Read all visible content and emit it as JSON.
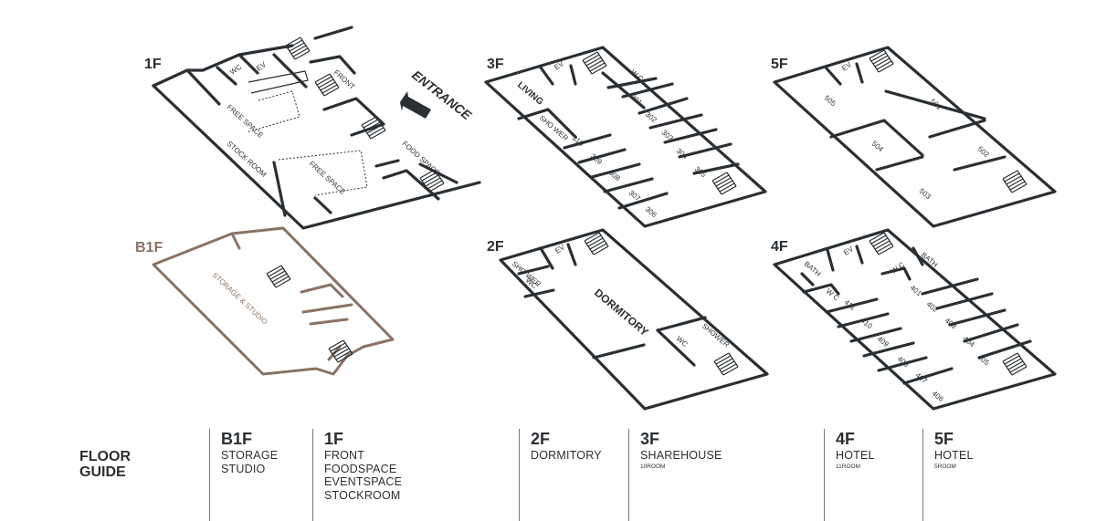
{
  "floors": {
    "f1": {
      "title": "1F",
      "labels": [
        "WC",
        "EV",
        "FRONT",
        "FREE SPACE",
        "STOCK ROOM",
        "FREE SPACE",
        "FOOD SPACE"
      ],
      "entrance": "ENTRANCE"
    },
    "b1": {
      "title": "B1F",
      "labels": [
        "STORAGE & STUDIO"
      ]
    },
    "f2": {
      "title": "2F",
      "labels": [
        "SHO WER",
        "EV",
        "WC",
        "DORMITORY",
        "WC",
        "SHOWER"
      ]
    },
    "f3": {
      "title": "3F",
      "labels": [
        "LIVING",
        "EV",
        "W.C",
        "SHO WER",
        "301",
        "302",
        "303",
        "304",
        "305",
        "306",
        "307",
        "308",
        "309",
        "310"
      ]
    },
    "f4": {
      "title": "4F",
      "labels": [
        "BATH",
        "EV",
        "BATH",
        "W C",
        "W C",
        "401",
        "402",
        "403",
        "404",
        "405",
        "406",
        "407",
        "408",
        "409",
        "410",
        "411"
      ]
    },
    "f5": {
      "title": "5F",
      "labels": [
        "EV",
        "505",
        "501",
        "504",
        "502",
        "503"
      ]
    }
  },
  "guide": {
    "title_line1": "FLOOR",
    "title_line2": "GUIDE",
    "columns": [
      {
        "floor": "B1F",
        "lines": [
          "STORAGE",
          "STUDIO"
        ],
        "sub": ""
      },
      {
        "floor": "1F",
        "lines": [
          "FRONT",
          "FOODSPACE",
          "EVENTSPACE",
          "STOCKROOM"
        ],
        "sub": ""
      },
      {
        "floor": "2F",
        "lines": [
          "DORMITORY"
        ],
        "sub": ""
      },
      {
        "floor": "3F",
        "lines": [
          "SHAREHOUSE"
        ],
        "sub": "10ROOM"
      },
      {
        "floor": "4F",
        "lines": [
          "HOTEL"
        ],
        "sub": "11ROOM"
      },
      {
        "floor": "5F",
        "lines": [
          "HOTEL"
        ],
        "sub": "5ROOM"
      }
    ]
  },
  "colors": {
    "ink": "#2a2f33",
    "basement": "#8a7264"
  }
}
